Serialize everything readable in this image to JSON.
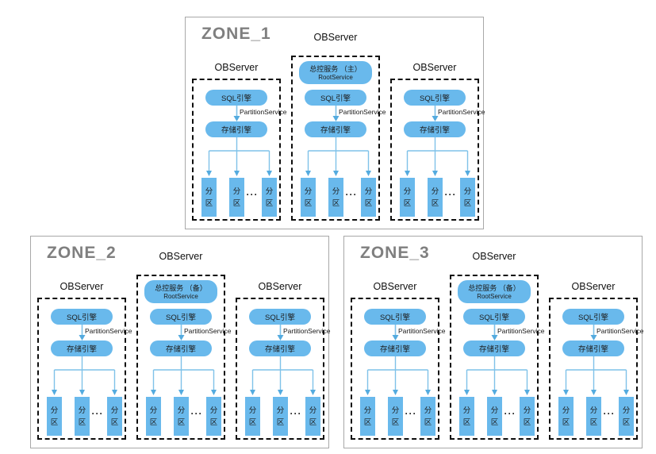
{
  "labels": {
    "sql_engine": "SQL引擎",
    "storage_engine": "存储引擎",
    "partition_service": "PartitionService",
    "partition": "分\n区",
    "ellipsis": "···"
  },
  "colors": {
    "box_blue": "#69b9ec",
    "arrow_blue": "#7fc2e9",
    "arrowhead_blue": "#54abdf",
    "zone_border": "#a8a8a8",
    "dashed_border": "#0d0d0d",
    "title_gray": "#7f7f7f"
  },
  "zones": [
    {
      "title": "ZONE_1",
      "top_label": "OBServer",
      "servers": [
        {
          "label": "OBServer"
        },
        {
          "label": "OBServer",
          "root_line1": "总控服务 （主）",
          "root_line2": "RootService"
        },
        {
          "label": "OBServer"
        }
      ]
    },
    {
      "title": "ZONE_2",
      "top_label": "OBServer",
      "servers": [
        {
          "label": "OBServer"
        },
        {
          "label": "OBServer",
          "root_line1": "总控服务 （备）",
          "root_line2": "RootService"
        },
        {
          "label": "OBServer"
        }
      ]
    },
    {
      "title": "ZONE_3",
      "top_label": "OBServer",
      "servers": [
        {
          "label": "OBServer"
        },
        {
          "label": "OBServer",
          "root_line1": "总控服务 （备）",
          "root_line2": "RootService"
        },
        {
          "label": "OBServer"
        }
      ]
    }
  ]
}
